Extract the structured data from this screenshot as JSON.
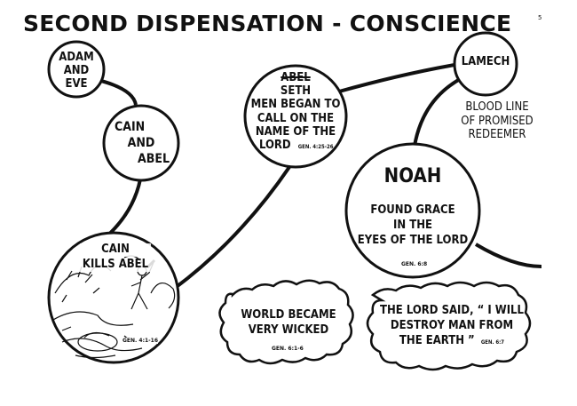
{
  "title": "SECOND DISPENSATION - CONSCIENCE",
  "page_number": "5",
  "nodes": {
    "adam_eve": {
      "lines": [
        "ADAM",
        "AND",
        "EVE"
      ]
    },
    "cain_abel": {
      "lines": [
        "CAIN",
        "AND",
        "ABEL"
      ]
    },
    "cain_kills_abel": {
      "line1": "CAIN",
      "line2": "KILLS ABEL",
      "ref": "GEN. 4:1-16"
    },
    "seth": {
      "struck": "ABEL",
      "lines": [
        "SETH",
        "MEN BEGAN TO",
        "CALL ON THE",
        "NAME OF THE"
      ],
      "last": "LORD",
      "ref": "GEN. 4:25-26"
    },
    "lamech": {
      "label": "LAMECH"
    },
    "blood_line": {
      "lines": [
        "BLOOD LINE",
        "OF PROMISED",
        "REDEEMER"
      ]
    },
    "noah": {
      "name": "NOAH",
      "lines": [
        "FOUND GRACE",
        "IN THE",
        "EYES OF THE LORD"
      ],
      "ref": "GEN. 6:8"
    },
    "world_wicked": {
      "lines": [
        "WORLD BECAME",
        "VERY WICKED"
      ],
      "ref": "GEN. 6:1-6"
    },
    "lord_said": {
      "lines": [
        "THE LORD SAID,  “ I WILL",
        "DESTROY MAN FROM"
      ],
      "last": "THE EARTH ”",
      "ref": "GEN. 6:7"
    }
  }
}
